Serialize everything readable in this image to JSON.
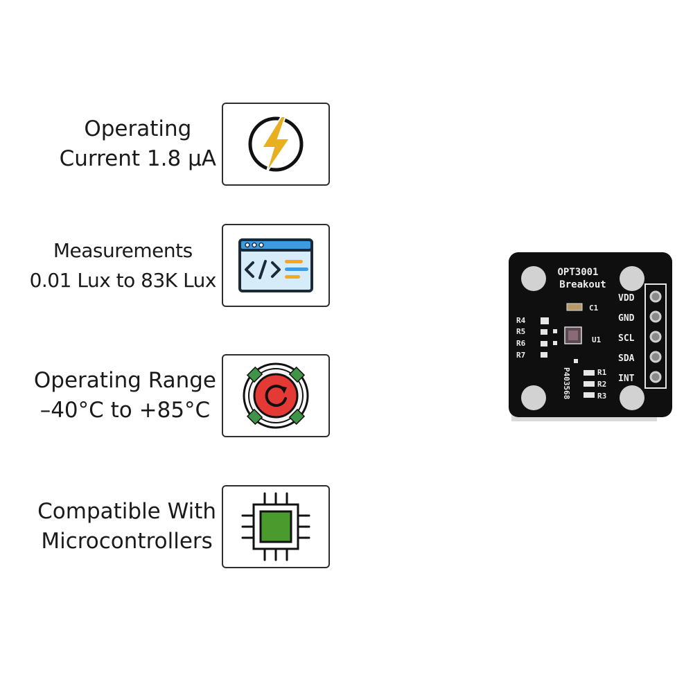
{
  "features": [
    {
      "line1": "Operating",
      "line2": "Current 1.8 µA",
      "icon": "lightning-bolt-icon"
    },
    {
      "line1": "Measurements",
      "line2": "0.01 Lux to 83K Lux",
      "icon": "code-window-icon"
    },
    {
      "line1": "Operating Range",
      "line2": "–40°C to +85°C",
      "icon": "rotation-dial-icon"
    },
    {
      "line1": "Compatible With",
      "line2": "Microcontrollers",
      "icon": "microchip-icon"
    }
  ],
  "board": {
    "title_line1": "OPT3001",
    "title_line2": "Breakout",
    "pins": [
      "VDD",
      "GND",
      "SCL",
      "SDA",
      "INT"
    ],
    "components": [
      "C1",
      "U1",
      "R4",
      "R5",
      "R6",
      "R7",
      "R1",
      "R2",
      "R3"
    ],
    "part_number": "P403568"
  },
  "colors": {
    "bolt": "#e8b021",
    "stop_red": "#e53935",
    "chip_green": "#4a9a2e",
    "window_blue": "#d6edf9"
  }
}
